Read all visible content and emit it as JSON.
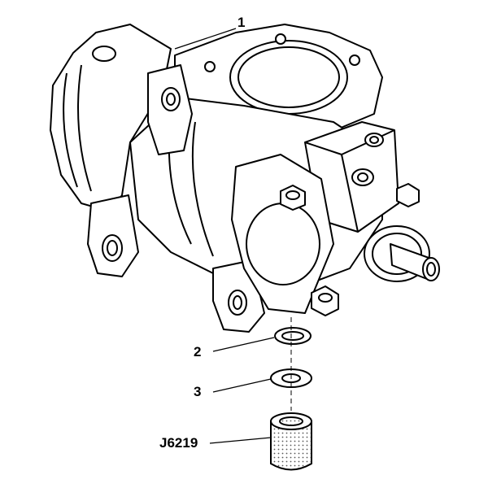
{
  "callouts": {
    "c1": "1",
    "c2": "2",
    "c3": "3",
    "tool": "J6219"
  },
  "parts": [
    {
      "id": "1",
      "icon": "steering-gear-housing"
    },
    {
      "id": "2",
      "icon": "o-ring-seal"
    },
    {
      "id": "3",
      "icon": "washer"
    },
    {
      "id": "J6219",
      "icon": "seal-installer-tool"
    }
  ],
  "colors": {
    "line": "#000000",
    "fill": "#ffffff",
    "stipple": "#555555"
  }
}
